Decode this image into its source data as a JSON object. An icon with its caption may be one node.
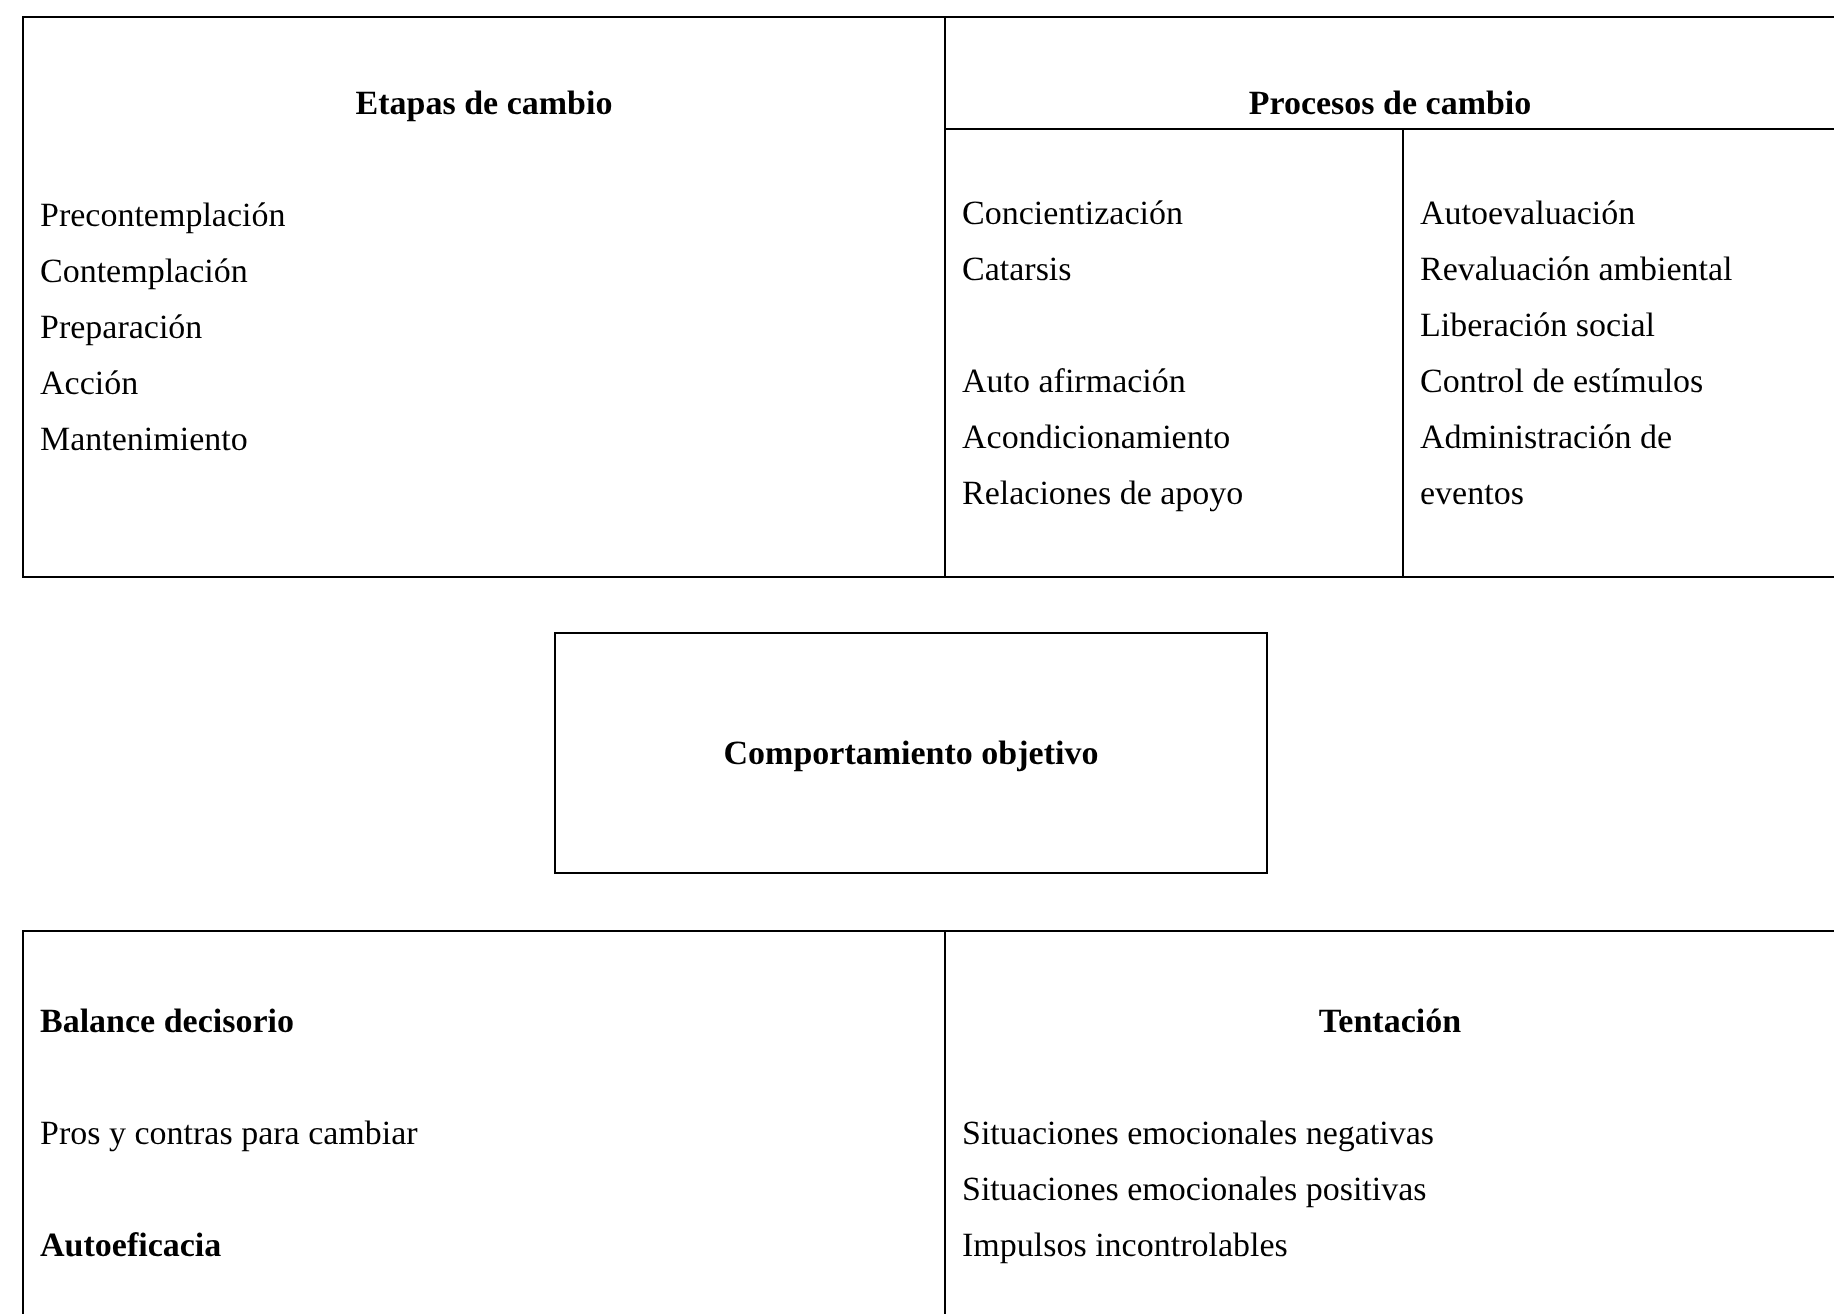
{
  "diagram": {
    "nodes": [
      {
        "text": [
          "Etapas de cambio",
          "Precontemplación",
          "Contemplación",
          "Preparación",
          "Acción",
          "Mantenimiento"
        ]
      },
      {
        "text": [
          "Procesos de cambio"
        ]
      },
      {
        "text": [
          "Concientización",
          "Catarsis",
          "Auto afirmación",
          "Acondicionamiento",
          "Relaciones de apoyo"
        ]
      },
      {
        "text": [
          "Autoevaluación",
          "Revaluación ambiental",
          "Liberación social",
          "Control de estímulos",
          "Administración de eventos"
        ]
      },
      {
        "text": [
          "Comportamiento objetivo"
        ]
      },
      {
        "text": [
          "Balance decisorio",
          "Pros y contras para cambiar",
          "Autoeficacia"
        ]
      },
      {
        "text": [
          "Tentación",
          "Situaciones emocionales negativas",
          "Situaciones emocionales positivas",
          "Impulsos incontrolables"
        ]
      }
    ]
  }
}
